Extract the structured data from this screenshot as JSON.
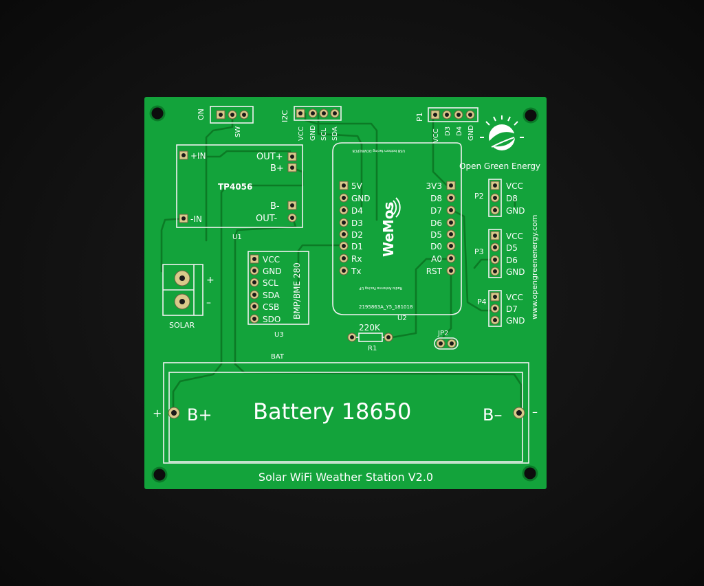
{
  "board": {
    "title": "Solar WiFi Weather Station V2.0",
    "logo_text": "Open Green Energy",
    "website": "www.opengreenenergy.com",
    "colors": {
      "pcb": "#13a33b",
      "silk": "#ffffff",
      "trace": "#0c7a25",
      "pad": "#d9c98a",
      "background": "#111111"
    }
  },
  "switch": {
    "on_label": "ON",
    "sw_label": "SW"
  },
  "i2c": {
    "label": "I2C",
    "pins": [
      "VCC",
      "GND",
      "SCL",
      "SDA"
    ]
  },
  "p1": {
    "label": "P1",
    "pins": [
      "VCC",
      "D3",
      "D4",
      "GND"
    ]
  },
  "charger": {
    "name": "TP4056",
    "ref": "U1",
    "in_plus": "+IN",
    "in_minus": "-IN",
    "out_plus": "OUT+",
    "b_plus": "B+",
    "b_minus": "B-",
    "out_minus": "OUT-"
  },
  "wemos": {
    "ref": "U2",
    "logo": "WeMos",
    "usb_note": "USB bottom facing DOWN/PCB",
    "antenna_note": "Radio Antenna Facing UP",
    "serial": "2195863A_Y5_181018",
    "left_pins": [
      "5V",
      "GND",
      "D4",
      "D3",
      "D2",
      "D1",
      "Rx",
      "Tx"
    ],
    "right_pins": [
      "3V3",
      "D8",
      "D7",
      "D6",
      "D5",
      "D0",
      "A0",
      "RST"
    ]
  },
  "sensor": {
    "ref": "U3",
    "name": "BMP/BME 280",
    "pins": [
      "VCC",
      "GND",
      "SCL",
      "SDA",
      "CSB",
      "SDO"
    ]
  },
  "solar": {
    "label": "SOLAR",
    "plus": "+",
    "minus": "–"
  },
  "p2": {
    "label": "P2",
    "pins": [
      "VCC",
      "D8",
      "GND"
    ]
  },
  "p3": {
    "label": "P3",
    "pins": [
      "VCC",
      "D5",
      "D6",
      "GND"
    ]
  },
  "p4": {
    "label": "P4",
    "pins": [
      "VCC",
      "D7",
      "GND"
    ]
  },
  "resistor": {
    "value": "220K",
    "ref": "R1"
  },
  "jumper": {
    "ref": "JP2"
  },
  "battery": {
    "label": "Battery 18650",
    "ref": "BAT",
    "b_plus": "B+",
    "b_minus": "B–",
    "plus": "+",
    "minus": "–"
  }
}
